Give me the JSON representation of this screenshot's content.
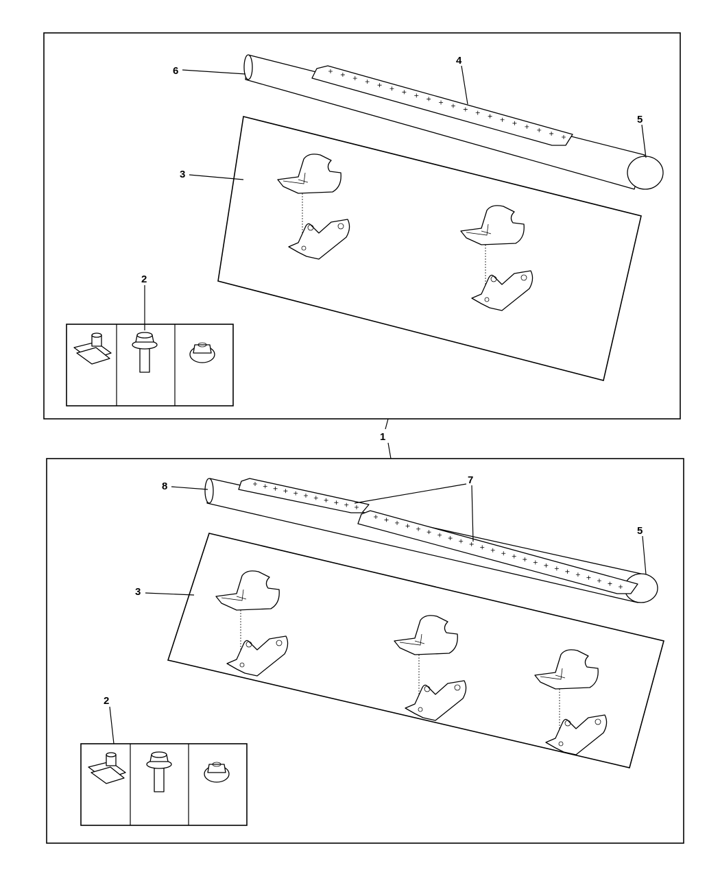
{
  "title": "Running Board / Side Step Assembly Parts Diagram",
  "callouts": {
    "top": {
      "tube_end_cap": "6",
      "step_pad": "4",
      "tube_end": "5",
      "bracket_kit": "3",
      "fastener_kit": "2"
    },
    "assembly": "1",
    "bottom": {
      "tube_end_cap": "8",
      "step_pad": "7",
      "tube_end": "5",
      "bracket_kit": "3",
      "fastener_kit": "2"
    }
  }
}
